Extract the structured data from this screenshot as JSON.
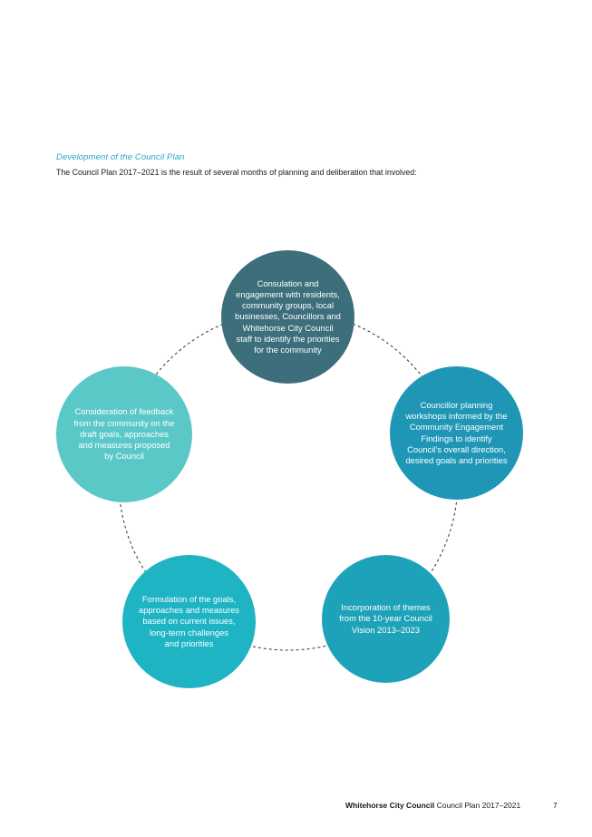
{
  "section": {
    "heading": "Development of the Council Plan",
    "intro": "The Council Plan 2017–2021 is the result of several months of planning and deliberation that involved:"
  },
  "cycle": [
    {
      "text": "Consulation and\nengagement with residents,\ncommunity groups, local\nbusinesses, Councillors and\nWhitehorse City Council\nstaff to identify the priorities\nfor the community",
      "color": "#3d6e7c"
    },
    {
      "text": "Councillor planning\nworkshops informed by the\nCommunity Engagement\nFindings to identify\nCouncil’s overall direction,\ndesired goals and priorities",
      "color": "#1f96b6"
    },
    {
      "text": "Incorporation of themes\nfrom the 10-year Council\nVision 2013–2023",
      "color": "#1ea2b9"
    },
    {
      "text": "Formulation of the goals,\napproaches and measures\nbased on current issues,\nlong-term challenges\nand priorities",
      "color": "#1eb4c4"
    },
    {
      "text": "Consideration of feedback\nfrom the community on the\ndraft goals, approaches\nand measures proposed\nby Council",
      "color": "#5bc8c8"
    }
  ],
  "footer": {
    "org": "Whitehorse City Council",
    "doc": "Council Plan 2017–2021",
    "page": "7"
  }
}
